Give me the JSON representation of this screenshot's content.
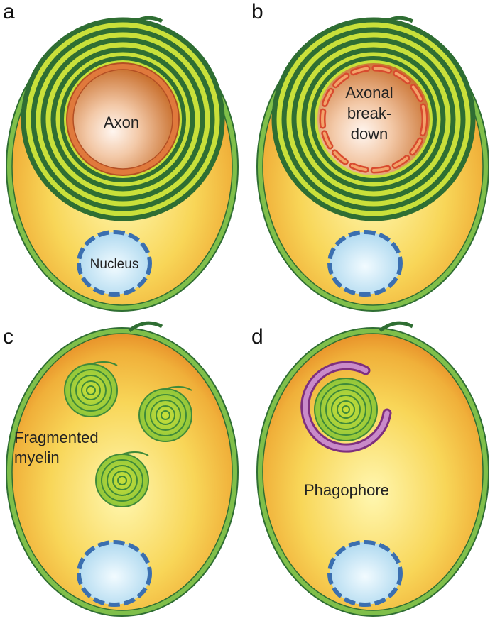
{
  "panels": [
    {
      "letter": "a",
      "labels": {
        "axon": "Axon",
        "nucleus": "Nucleus"
      }
    },
    {
      "letter": "b",
      "labels": {
        "axon_line1": "Axonal",
        "axon_line2": "break-",
        "axon_line3": "down"
      }
    },
    {
      "letter": "c",
      "labels": {
        "fragment_line1": "Fragmented",
        "fragment_line2": "myelin"
      }
    },
    {
      "letter": "d",
      "labels": {
        "phagophore": "Phagophore"
      }
    }
  ],
  "colors": {
    "cell_membrane": "#2f7d3a",
    "cell_membrane_fill": "#7fbf4a",
    "cytoplasm_center": "#fff6a8",
    "cytoplasm_edge": "#e8942a",
    "myelin_dark": "#2f7d3a",
    "myelin_light": "#c9e03a",
    "axon_border": "#d2602c",
    "axon_center": "#fff3ea",
    "axon_edge": "#d4823f",
    "nucleus_fill": "#d7eef8",
    "nucleus_border": "#3b6fb0",
    "phagophore": "#a94fa8"
  }
}
